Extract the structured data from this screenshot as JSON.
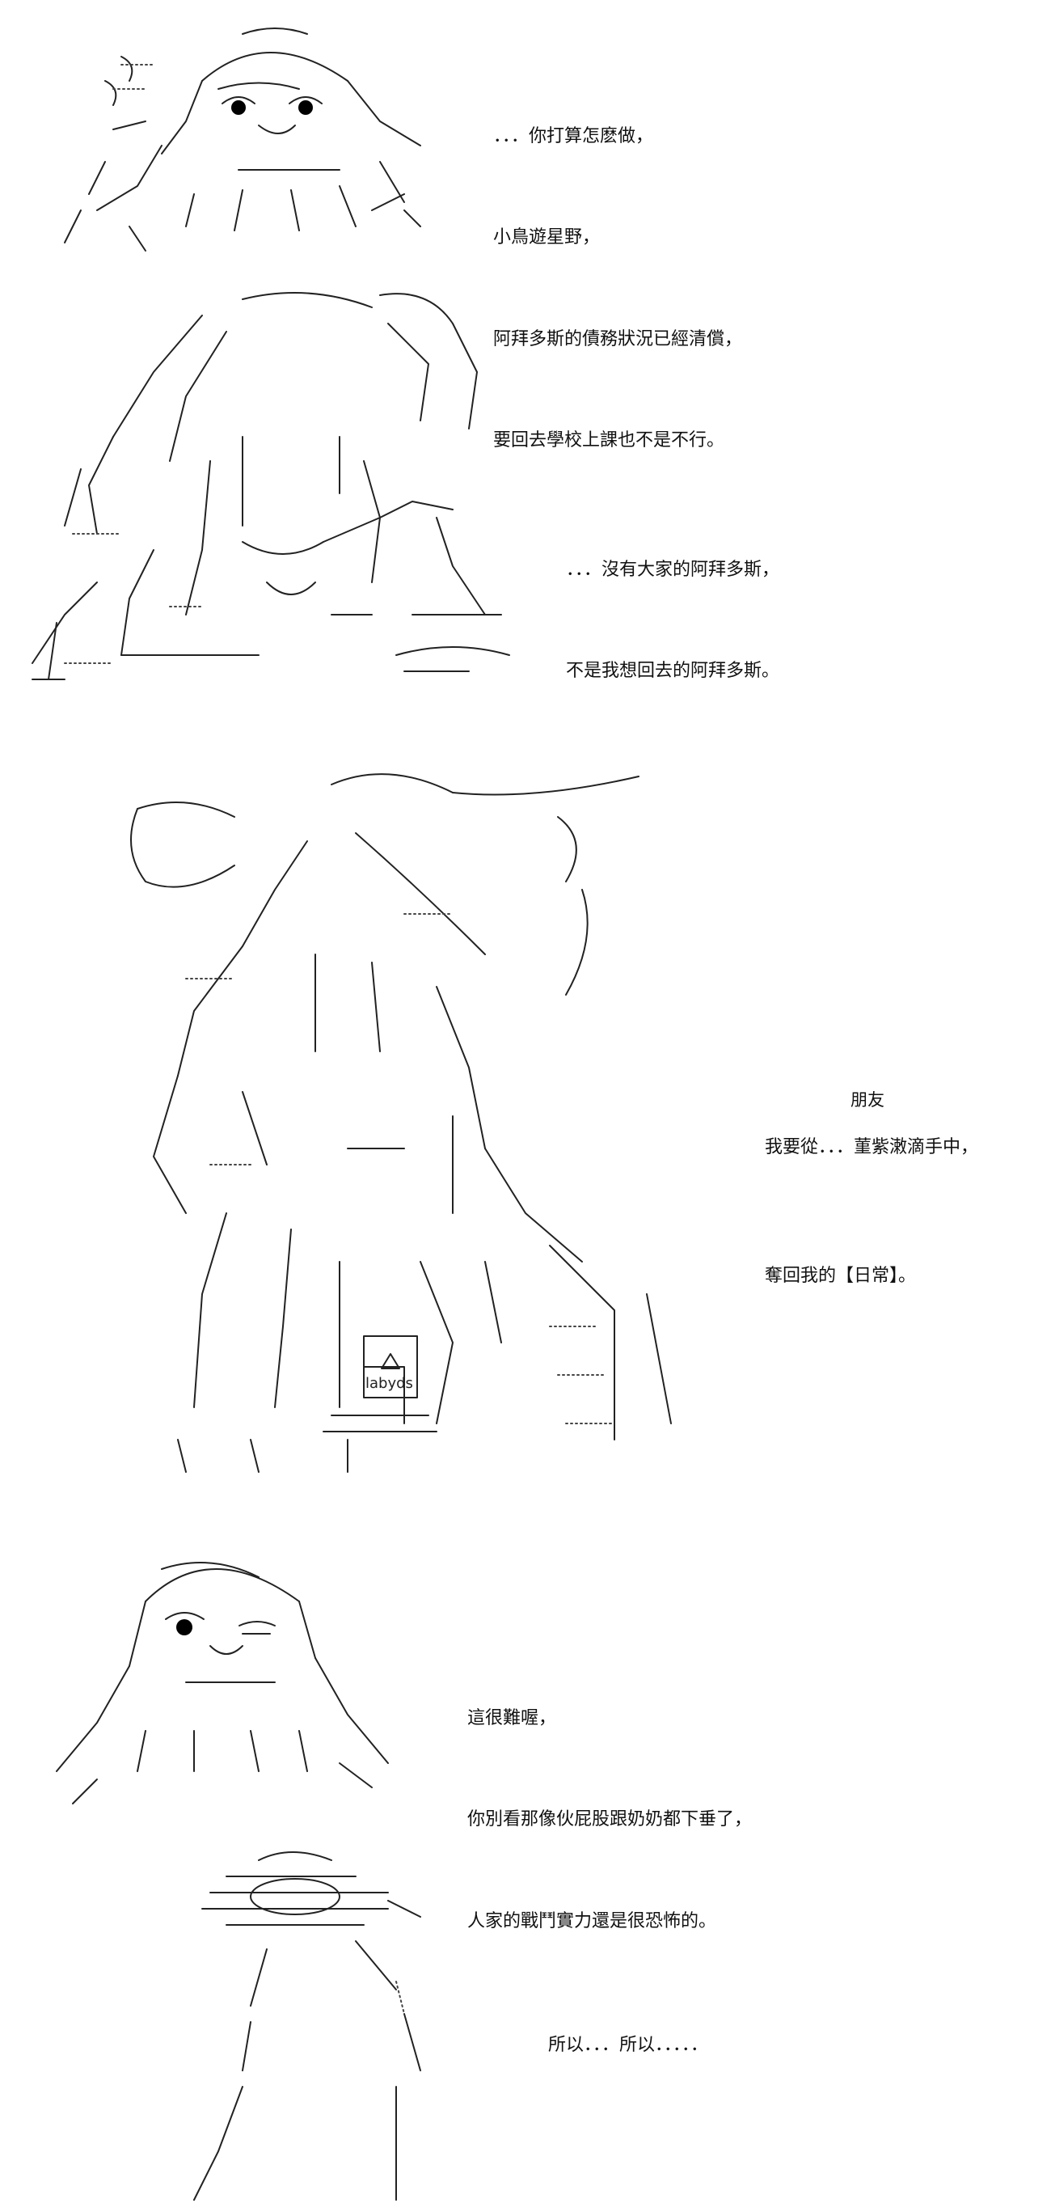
{
  "panels": [
    {
      "id": "panel-1",
      "lines": [
        "．．．你打算怎麽做，",
        "小鳥遊星野，",
        "阿拜多斯的債務狀況已經清償，",
        "要回去學校上課也不是不行。"
      ]
    },
    {
      "id": "panel-2",
      "lines": [
        "．．．沒有大家的阿拜多斯，",
        "不是我想回去的阿拜多斯。"
      ]
    },
    {
      "id": "panel-3",
      "lines": [
        "我要從．．．菫紫潄滴手中，",
        "奪回我的【日常】。"
      ],
      "ruby": "朋友",
      "badge": "labyds"
    },
    {
      "id": "panel-4",
      "lines": [
        "這很難喔，",
        "你別看那像伙屁股跟奶奶都下垂了，",
        "人家的戰鬥實力還是很恐怖的。"
      ]
    },
    {
      "id": "panel-5",
      "lines": [
        "所以．．．所以．．．．．"
      ]
    }
  ]
}
